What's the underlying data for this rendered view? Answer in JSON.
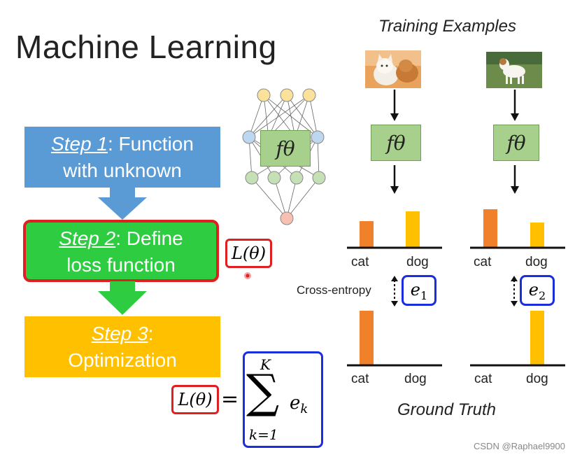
{
  "title": "Machine Learning",
  "steps": {
    "step1": {
      "name": "Step 1",
      "rest": ": Function",
      "line2": "with unknown"
    },
    "step2": {
      "name": "Step 2",
      "rest": ": Define",
      "line2": "loss function"
    },
    "step3": {
      "name": "Step 3",
      "rest": ":",
      "line2": "Optimization"
    }
  },
  "loss_symbol": "L(θ)",
  "f_theta": "fθ",
  "equation": {
    "lhs": "L(θ)",
    "equals": "=",
    "sum": "∑",
    "upper": "K",
    "lower": "k=1",
    "term": "e",
    "term_sub": "k"
  },
  "training_examples_label": "Training Examples",
  "ground_truth_label": "Ground Truth",
  "cross_entropy_label": "Cross-entropy",
  "errors": [
    {
      "var": "e",
      "sub": "1"
    },
    {
      "var": "e",
      "sub": "2"
    }
  ],
  "bar_labels": {
    "cat": "cat",
    "dog": "dog"
  },
  "images": [
    {
      "name": "cat-photo"
    },
    {
      "name": "dog-photo"
    }
  ],
  "colors": {
    "cat_bar": "#f0802a",
    "dog_bar": "#ffc000",
    "step1": "#5b9bd5",
    "step2": "#2ecc40",
    "step3": "#ffc000",
    "red": "#e02020",
    "blue": "#1a2ee0"
  },
  "watermark": "CSDN @Raphael9900"
}
